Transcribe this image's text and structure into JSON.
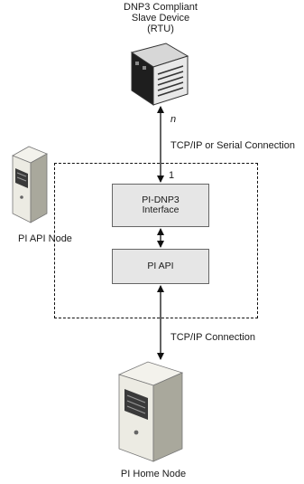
{
  "rtu": {
    "title_lines": [
      "DNP3 Compliant",
      "Slave Device",
      "(RTU)"
    ],
    "icon": "rtu-device-icon"
  },
  "api_node": {
    "label": "PI API Node",
    "icon": "server-tower-icon"
  },
  "home_node": {
    "label": "PI Home Node",
    "icon": "server-tower-icon"
  },
  "interface_box": {
    "lines": [
      "PI-DNP3",
      "Interface"
    ]
  },
  "api_box": {
    "label": "PI API"
  },
  "connections": {
    "upper": "TCP/IP or Serial Connection",
    "lower": "TCP/IP Connection",
    "cardinality_many": "n",
    "cardinality_one": "1"
  },
  "colors": {
    "box_fill": "#e6e6e6",
    "server_body": "#ecebe3",
    "line": "#111111"
  }
}
